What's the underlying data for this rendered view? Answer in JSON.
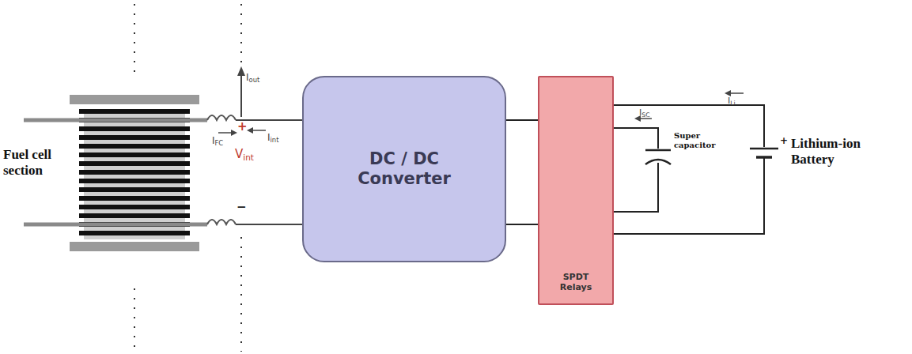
{
  "diagram": {
    "nodes": [
      {
        "text": [
          "DC / DC Converter"
        ]
      },
      {
        "text": [
          "SPDT Relays"
        ]
      }
    ],
    "edges": [
      {
        "from": 0,
        "to": 1,
        "arrow": "none"
      },
      {
        "from": 0,
        "to": 1,
        "arrow": "none"
      }
    ],
    "labels": [
      "Fuel cell section",
      "Iout",
      "IFC",
      "Iint",
      "+",
      "Vint",
      "−",
      "ISC",
      "Super capacitor",
      "ILi",
      "+",
      "Lithium-ion Battery"
    ]
  }
}
